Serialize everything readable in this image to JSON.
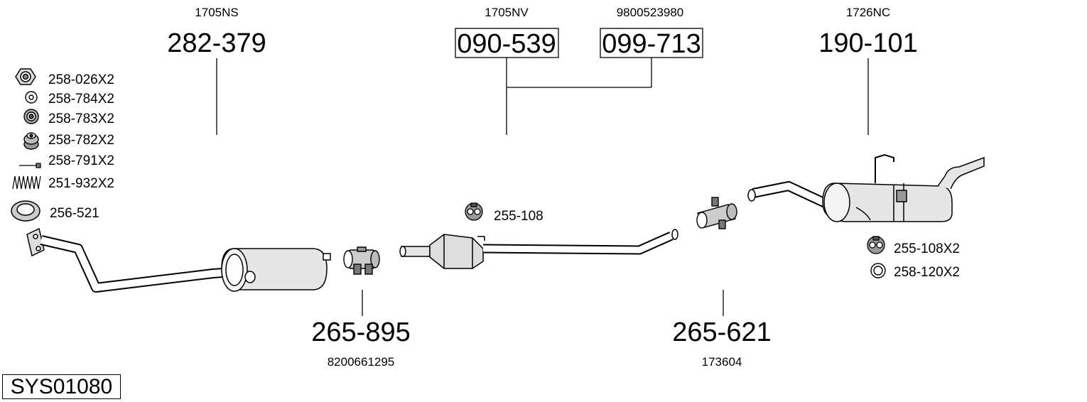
{
  "system_code": "SYS01080",
  "parts": [
    {
      "id": "p1",
      "ref": "282-379",
      "oem": "1705NS",
      "boxed": false
    },
    {
      "id": "p2",
      "ref": "090-539",
      "oem": "1705NV",
      "boxed": true
    },
    {
      "id": "p3",
      "ref": "099-713",
      "oem": "9800523980",
      "boxed": true
    },
    {
      "id": "p4",
      "ref": "190-101",
      "oem": "1726NC",
      "boxed": false
    },
    {
      "id": "p5",
      "ref": "265-895",
      "oem": "8200661295",
      "boxed": false
    },
    {
      "id": "p6",
      "ref": "265-621",
      "oem": "173604",
      "boxed": false
    }
  ],
  "legend": [
    {
      "icon": "hex-nut-icon",
      "label": "258-026X2"
    },
    {
      "icon": "washer-icon",
      "label": "258-784X2"
    },
    {
      "icon": "rubber-ring-icon",
      "label": "258-783X2"
    },
    {
      "icon": "rubber-mount-icon",
      "label": "258-782X2"
    },
    {
      "icon": "bolt-icon",
      "label": "258-791X2"
    },
    {
      "icon": "spring-icon",
      "label": "251-932X2"
    },
    {
      "icon": "gasket-ring-icon",
      "label": "256-521"
    }
  ],
  "hardware_labels": {
    "mid_hanger": "255-108",
    "rear_hanger": "255-108X2",
    "rear_ring": "258-120X2"
  }
}
